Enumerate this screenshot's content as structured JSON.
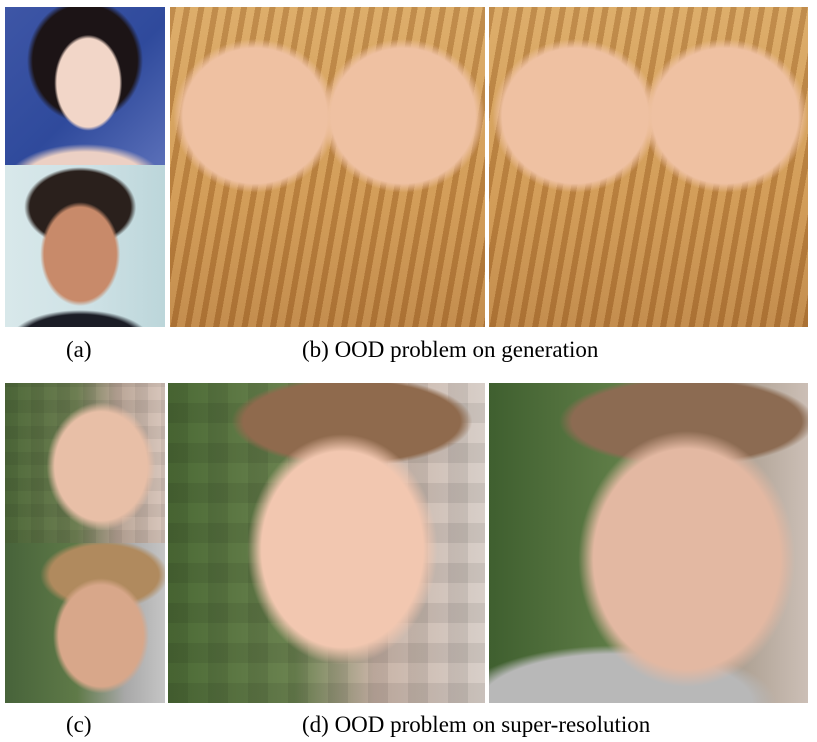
{
  "captions": {
    "a": "(a)",
    "b": "(b) OOD problem on generation",
    "c": "(c)",
    "d": "(d) OOD problem on super-resolution"
  }
}
